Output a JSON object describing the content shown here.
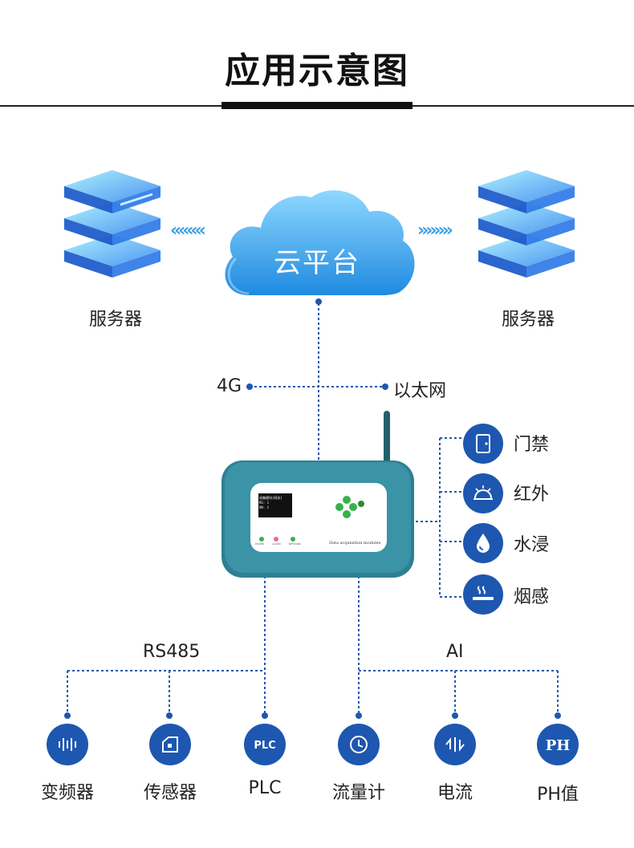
{
  "header": {
    "title": "应用示意图"
  },
  "cloud": {
    "label": "云平台"
  },
  "servers": {
    "left_label": "服务器",
    "right_label": "服务器"
  },
  "network": {
    "left_label": "4G",
    "right_label": "以太网"
  },
  "device": {
    "screen_lines": [
      "采集模块(网关)",
      "RS:  1",
      "ON:  1"
    ],
    "caption": "Data acquisition modules",
    "indicator_labels": [
      "POWER",
      "ALARM",
      "NETWORK"
    ]
  },
  "sensors": [
    {
      "label": "门禁",
      "icon": "door-icon"
    },
    {
      "label": "红外",
      "icon": "infrared-icon"
    },
    {
      "label": "水浸",
      "icon": "water-drop-icon"
    },
    {
      "label": "烟感",
      "icon": "smoke-icon"
    }
  ],
  "buses": {
    "left_label": "RS485",
    "right_label": "AI"
  },
  "devices": [
    {
      "label": "变频器",
      "icon": "frequency-icon"
    },
    {
      "label": "传感器",
      "icon": "sensor-icon"
    },
    {
      "label": "PLC",
      "icon": "plc-icon"
    },
    {
      "label": "流量计",
      "icon": "clock-icon"
    },
    {
      "label": "电流",
      "icon": "current-icon"
    },
    {
      "label": "PH值",
      "icon": "ph-icon"
    }
  ],
  "colors": {
    "accent": "#1e57b0",
    "device_body": "#3a8fa0",
    "cloud": "#3aa0e6"
  }
}
